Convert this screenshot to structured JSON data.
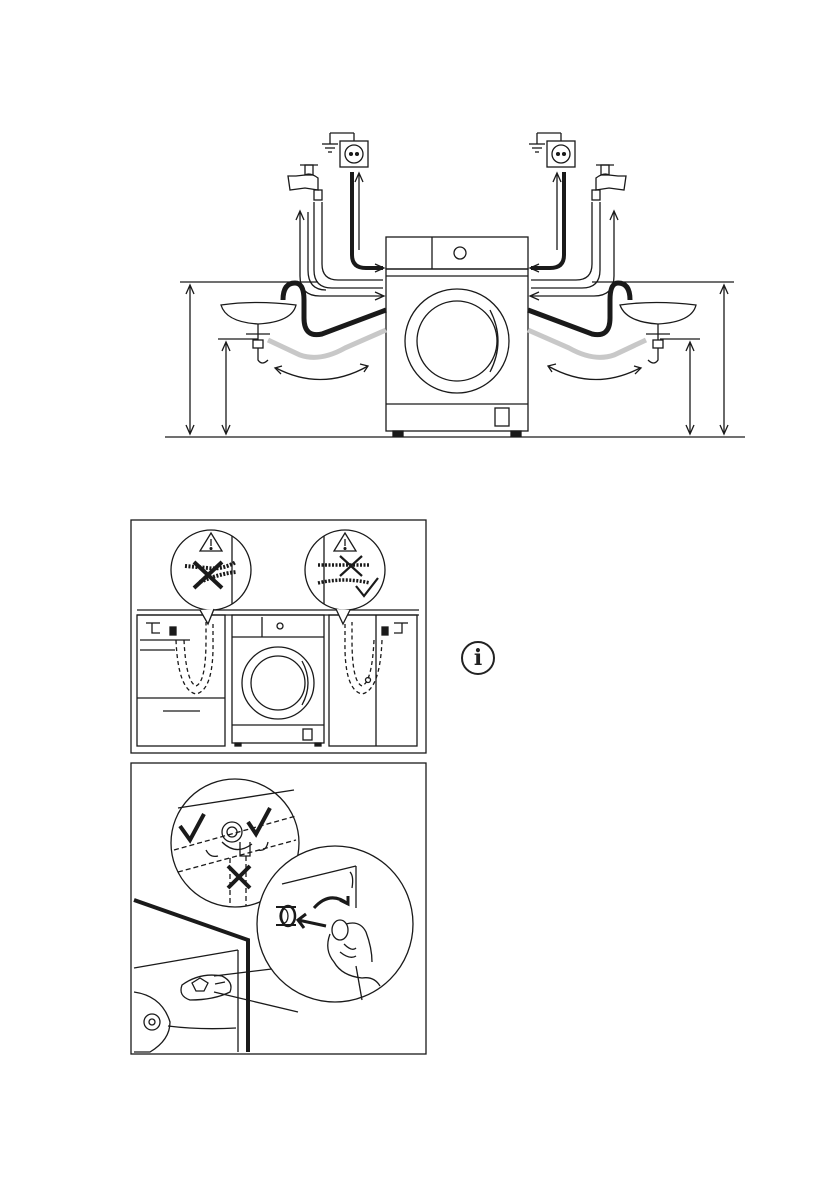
{
  "page": {
    "background": "#ffffff",
    "ink": "#1a1a1a",
    "hose_gray": "#c8c8c8"
  },
  "figures": [
    {
      "id": "installation-overview",
      "description_icons": [
        "socket-icon",
        "tap-icon",
        "sink-icon",
        "washing-machine-icon",
        "height-arrows-icon"
      ]
    },
    {
      "id": "hose-routing-warning",
      "description_icons": [
        "warning-icon",
        "cross-icon",
        "check-icon"
      ]
    },
    {
      "id": "drain-connection",
      "description_icons": [
        "check-icon",
        "cross-icon",
        "hand-icon",
        "rotate-arrow-icon"
      ]
    }
  ],
  "info_icon": {
    "glyph": "i",
    "name": "info-icon"
  }
}
